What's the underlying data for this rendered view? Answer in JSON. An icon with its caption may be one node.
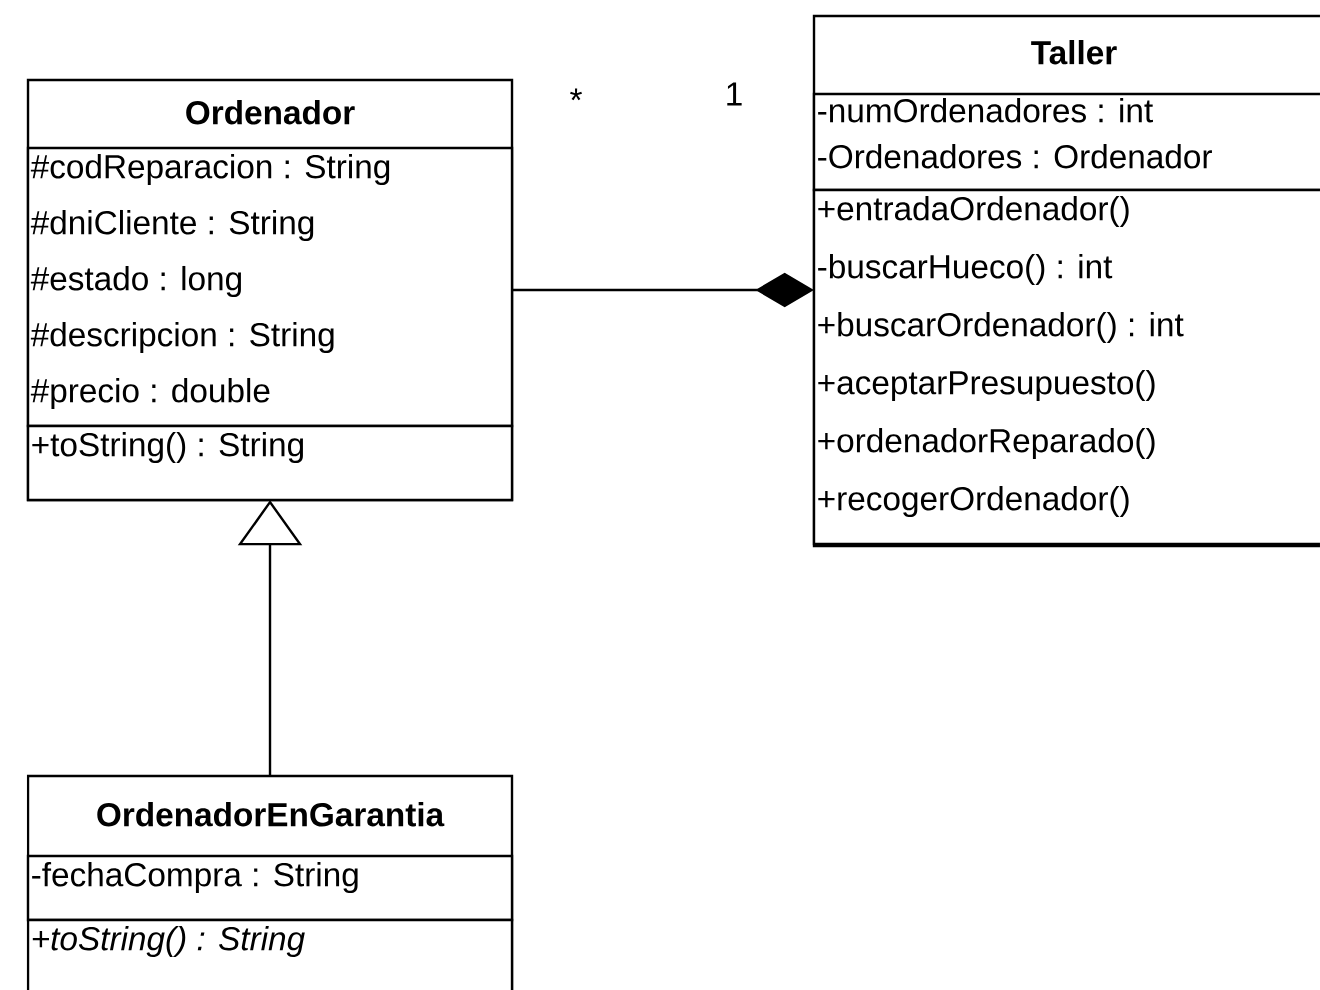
{
  "diagram": {
    "nodes": [
      {
        "text": [
          "Ordenador"
        ]
      },
      {
        "text": [
          "#codReparacion : String",
          "#dniCliente : String",
          "#estado : long",
          "#descripcion : String",
          "#precio : double"
        ],
        "in": 0
      },
      {
        "text": [
          "+toString() : String"
        ],
        "in": 0
      },
      {
        "text": [
          "Taller"
        ]
      },
      {
        "text": [
          "-numOrdenadores : int",
          "-Ordenadores : Ordenador"
        ],
        "in": 3
      },
      {
        "text": [
          "+entradaOrdenador()",
          "-buscarHueco() : int",
          "+buscarOrdenador() : int",
          "+aceptarPresupuesto()",
          "+ordenadorReparado()",
          "+recogerOrdenador()"
        ],
        "in": 3
      },
      {
        "text": [
          "OrdenadorEnGarantia"
        ]
      },
      {
        "text": [
          "-fechaCompra : String"
        ],
        "in": 6
      },
      {
        "text": [
          "+toString() : String"
        ],
        "in": 6
      }
    ],
    "edges": [
      {
        "from": 0,
        "to": 3,
        "arrow": "other"
      },
      {
        "from": 6,
        "to": 0,
        "arrow": "to"
      }
    ],
    "labels": [
      "*",
      "1"
    ]
  }
}
